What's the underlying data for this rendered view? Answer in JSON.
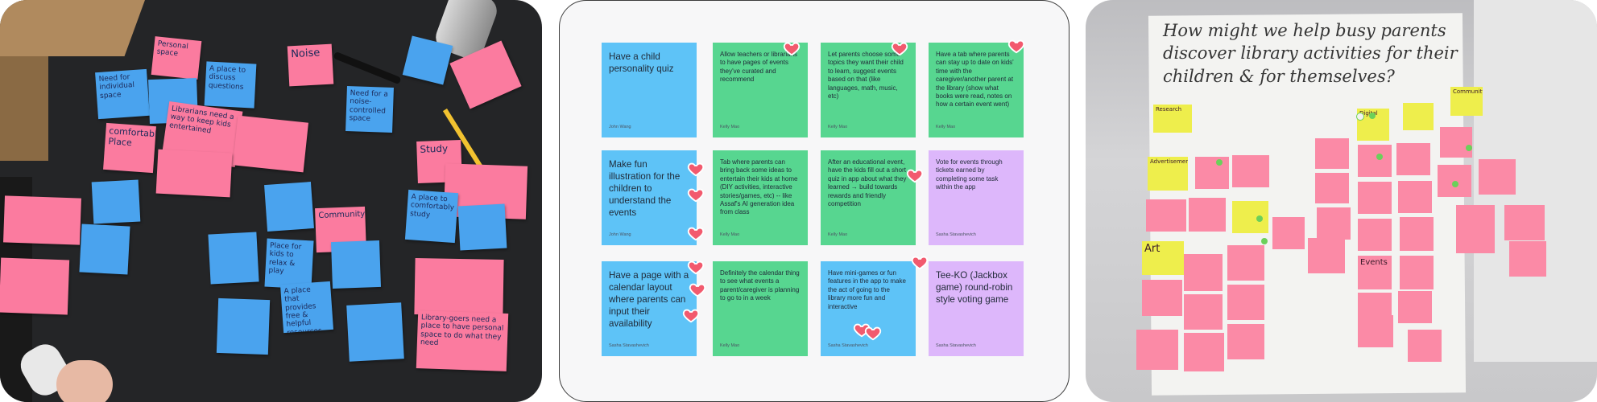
{
  "photo_left": {
    "notes": [
      {
        "text": "Personal space",
        "color": "pink"
      },
      {
        "text": "Need for individual space",
        "color": "blue"
      },
      {
        "text": "A place to discuss questions",
        "color": "blue"
      },
      {
        "text": "Noise",
        "color": "pink"
      },
      {
        "text": "Need for a noise-controlled space",
        "color": "blue"
      },
      {
        "text": "comfortable Place",
        "color": "pink"
      },
      {
        "text": "Librarians need a way to keep kids entertained",
        "color": "pink"
      },
      {
        "text": "Community",
        "color": "pink"
      },
      {
        "text": "Study",
        "color": "pink"
      },
      {
        "text": "A place to comfortably study",
        "color": "blue"
      },
      {
        "text": "Place for kids to relax & play",
        "color": "blue"
      },
      {
        "text": "A place that provides free & helpful resources",
        "color": "blue"
      },
      {
        "text": "Library-goers need a place to have personal space to do what they need",
        "color": "pink"
      }
    ]
  },
  "board": {
    "cards": [
      {
        "text": "Have a child personality quiz",
        "author": "John Wang",
        "color": "blue",
        "size": "big"
      },
      {
        "text": "Allow teachers or librarians to have pages of events they've curated and recommend",
        "author": "Kelly Mao",
        "color": "green",
        "size": "small"
      },
      {
        "text": "Let parents choose some topics they want their child to learn, suggest events based on that (like languages, math, music, etc)",
        "author": "Kelly Mao",
        "color": "green",
        "size": "small"
      },
      {
        "text": "Have a tab where parents can stay up to date on kids' time with the caregiver/another parent at the library (show what books were read, notes on how a certain event went)",
        "author": "Kelly Mao",
        "color": "green",
        "size": "small"
      },
      {
        "text": "Make fun illustration for the children to understand the events",
        "author": "John Wang",
        "color": "blue",
        "size": "big"
      },
      {
        "text": "Tab where parents can bring back some ideas to entertain their kids at home (DIY activities, interactive stories/games, etc) -- like Assaf's AI generation idea from class",
        "author": "Kelly Mao",
        "color": "green",
        "size": "small"
      },
      {
        "text": "After an educational event, have the kids fill out a short quiz in app about what they learned → build towards rewards and friendly competition",
        "author": "Kelly Mao",
        "color": "green",
        "size": "small"
      },
      {
        "text": "Vote for events through tickets earned by completing some task within the app",
        "author": "Sasha Stavashevich",
        "color": "purple",
        "size": "small"
      },
      {
        "text": "Have a page with a calendar layout where parents can input their availability",
        "author": "Sasha Stavashevich",
        "color": "blue",
        "size": "big"
      },
      {
        "text": "Definitely the calendar thing to see what events a parent/caregiver is planning to go to in a week",
        "author": "Kelly Mao",
        "color": "green",
        "size": "small"
      },
      {
        "text": "Have mini-games or fun features in the app to make the act of going to the library more fun and interactive",
        "author": "Sasha Stavashevich",
        "color": "blue",
        "size": "small"
      },
      {
        "text": "Tee-KO (Jackbox game) round-robin style voting game",
        "author": "Sasha Stavashevich",
        "color": "purple",
        "size": "big"
      }
    ],
    "colors": {
      "blue": "#5ec3f7",
      "green": "#57d690",
      "purple": "#ddb7fb",
      "heart": "#f25a6e"
    }
  },
  "photo_right": {
    "title": "How might we help busy parents discover library activities for their children & for themselves?",
    "headers": [
      "Research",
      "Digital",
      "Community",
      "Art",
      "Advertisement",
      "Events"
    ]
  }
}
